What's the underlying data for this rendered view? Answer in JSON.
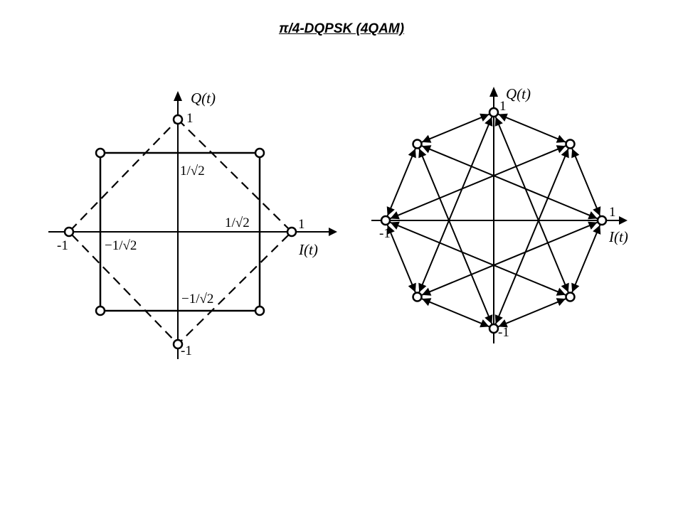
{
  "title": "π/4-DQPSK (4QAM)",
  "left_diagram": {
    "q_axis_label": "Q(t)",
    "i_axis_label": "I(t)",
    "label_q_one": "1",
    "label_q_minus_one": "-1",
    "label_i_one": "1",
    "label_i_minus_one": "-1",
    "frac_top": "1/√2",
    "frac_right": "1/√2",
    "frac_left": "−1/√2",
    "frac_bottom": "−1/√2"
  },
  "right_diagram": {
    "q_axis_label": "Q(t)",
    "i_axis_label": "I(t)",
    "label_q_one": "1",
    "label_q_minus_one": "-1",
    "label_i_one": "1",
    "label_i_minus_one": "-1",
    "constellation_points": 8,
    "transition_style": "double-arrow"
  }
}
